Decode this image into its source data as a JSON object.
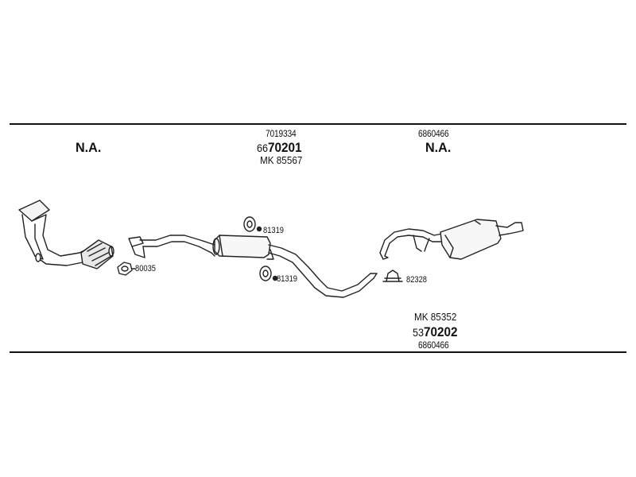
{
  "top_left_label": "N.A.",
  "top_right_label": "N.A.",
  "front_pipe_group": {
    "ref_top": "7019334",
    "code_prefix": "66",
    "code_main": "70201",
    "mk": "MK 85567"
  },
  "rear_top": {
    "ref_top": "6860466"
  },
  "rear_bottom_group": {
    "mk": "MK 85352",
    "code_prefix": "53",
    "code_main": "70202",
    "ref_bottom": "6860466"
  },
  "part_labels": {
    "gasket": "80035",
    "hanger_upper": "81319",
    "hanger_lower": "81319",
    "clamp": "82328"
  }
}
